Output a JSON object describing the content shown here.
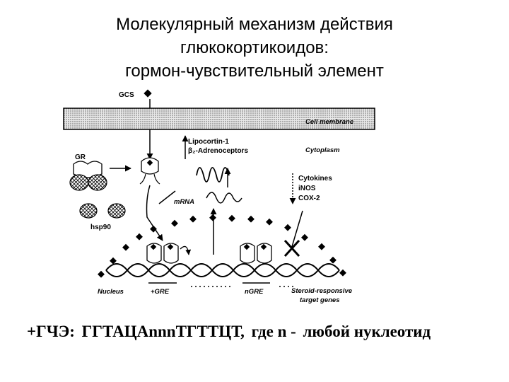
{
  "title": {
    "line1": "Молекулярный механизм действия",
    "line2": "глюкокортикоидов:",
    "line3": "гормон-чувствительный элемент"
  },
  "diagram": {
    "gcs": "GCS",
    "cell_membrane": "Cell membrane",
    "cytoplasm": "Cytoplasm",
    "gr": "GR",
    "hsp90": "hsp90",
    "lipocortin": "Lipocortin-1",
    "adrenoceptors": "β₂-Adrenoceptors",
    "mrna": "mRNA",
    "cytokines": "Cytokines",
    "inos": "iNOS",
    "cox2": "COX-2",
    "nucleus": "Nucleus",
    "plus_gre": "+GRE",
    "ngre": "nGRE",
    "steroid_line1": "Steroid-responsive",
    "steroid_line2": "target genes"
  },
  "formula": {
    "label": "+ГЧЭ:",
    "sequence": "ГГТАЦАnnnТГТТЦТ,",
    "where": "где n -",
    "meaning": "любой нуклеотид"
  }
}
